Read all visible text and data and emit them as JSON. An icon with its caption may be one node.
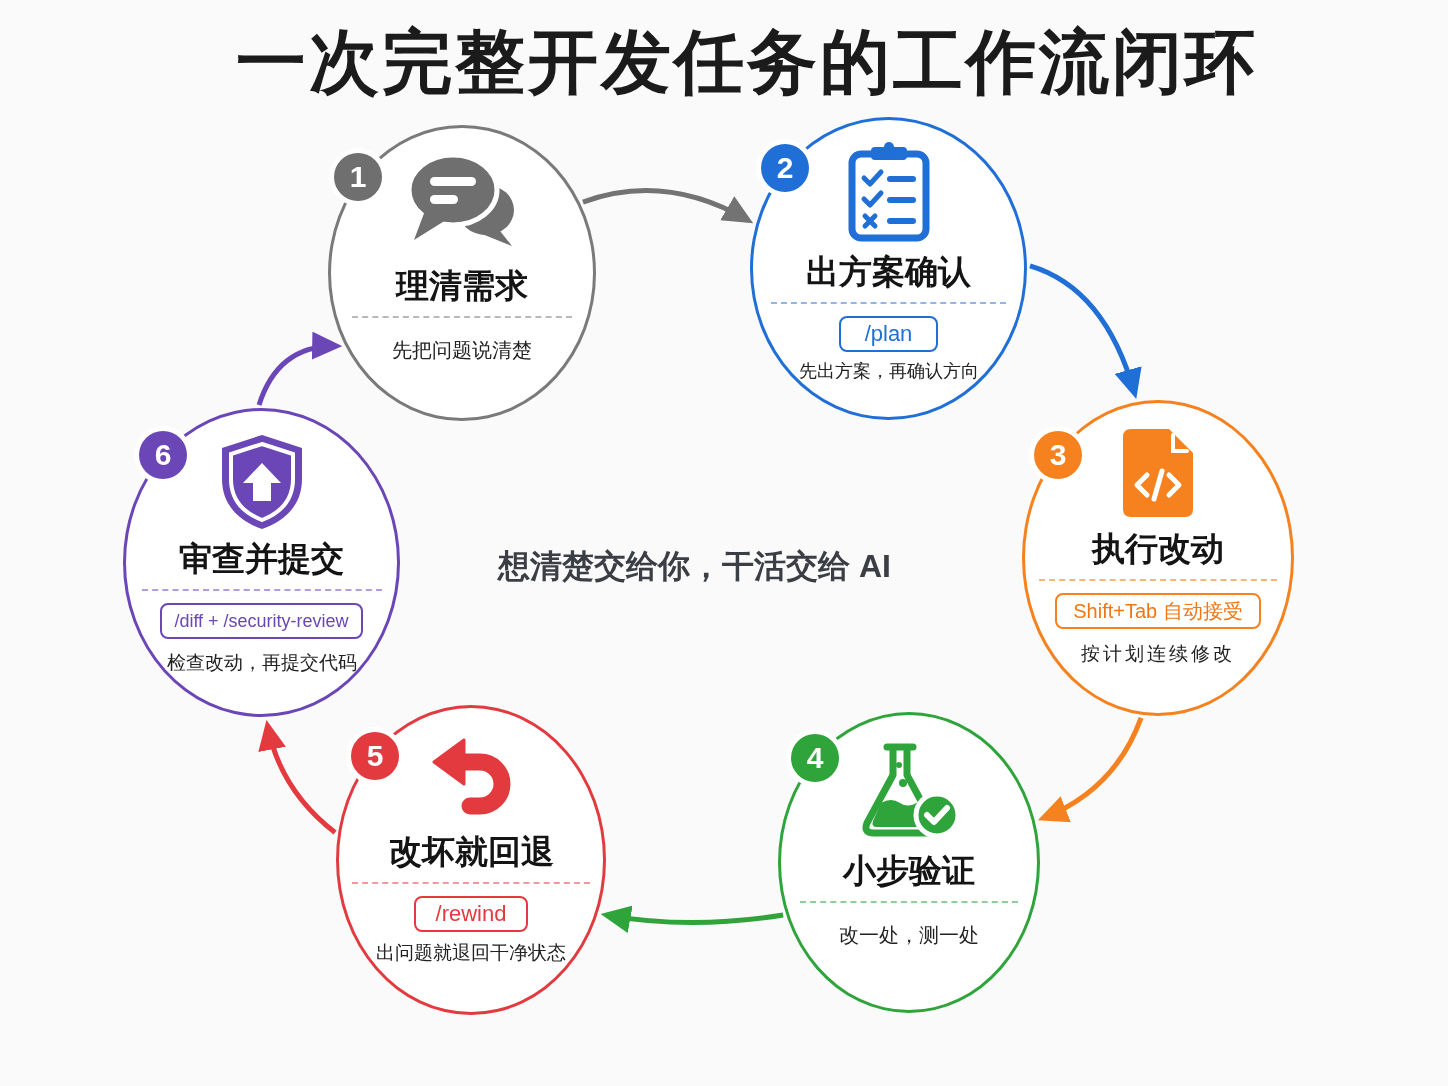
{
  "diagram": {
    "title": "一次完整开发任务的工作流闭环",
    "nodes": [
      {
        "text": [
          "1",
          "理清需求",
          "先把问题说清楚"
        ]
      },
      {
        "text": [
          "2",
          "出方案确认",
          "先出方案，再确认方向"
        ]
      },
      {
        "text": [
          "/plan"
        ],
        "in": 1
      },
      {
        "text": [
          "3",
          "执行改动",
          "按计划连续修改"
        ]
      },
      {
        "text": [
          "Shift+Tab 自动接受"
        ],
        "in": 3
      },
      {
        "text": [
          "4",
          "小步验证",
          "改一处，测一处"
        ]
      },
      {
        "text": [
          "5",
          "改坏就回退",
          "出问题就退回干净状态"
        ]
      },
      {
        "text": [
          "/rewind"
        ],
        "in": 6
      },
      {
        "text": [
          "6",
          "审查并提交",
          "检查改动，再提交代码"
        ]
      },
      {
        "text": [
          "/diff + /security-review"
        ],
        "in": 8
      }
    ],
    "edges": [
      {
        "from": 0,
        "to": 1,
        "arrow": "to",
        "color": "#737373"
      },
      {
        "from": 1,
        "to": 3,
        "arrow": "to",
        "color": "#1f6fd6"
      },
      {
        "from": 3,
        "to": 5,
        "arrow": "to",
        "color": "#f5821f"
      },
      {
        "from": 5,
        "to": 6,
        "arrow": "to",
        "color": "#2ea43b"
      },
      {
        "from": 6,
        "to": 8,
        "arrow": "to",
        "color": "#e23a3f"
      },
      {
        "from": 8,
        "to": 0,
        "arrow": "to",
        "color": "#6b46b6"
      }
    ],
    "labels": [
      "想清楚交给你，干活交给 AI"
    ]
  }
}
